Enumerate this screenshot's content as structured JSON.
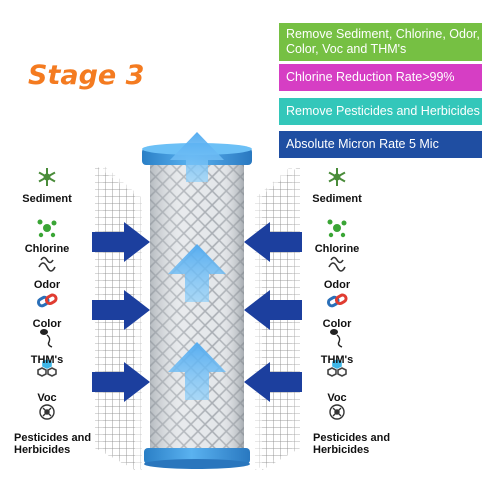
{
  "stage_title": "Stage 3",
  "badges": [
    {
      "text": "Remove Sediment, Chlorine, Odor, Color, Voc and THM's",
      "color": "#76c043"
    },
    {
      "text": "Chlorine Reduction Rate>99%",
      "color": "#d63ec4"
    },
    {
      "text": "Remove Pesticides and Herbicides",
      "color": "#33c7ba"
    },
    {
      "text": "Absolute Micron Rate 5 Mic",
      "color": "#1f4ea2"
    }
  ],
  "contaminants": [
    {
      "label": "Sediment",
      "icon": "snowflake-icon",
      "color": "#4a8c3a"
    },
    {
      "label": "Chlorine",
      "icon": "molecule-icon",
      "color": "#3aa535"
    },
    {
      "label": "Odor",
      "icon": "wavy-odor-icon",
      "color": "#333333"
    },
    {
      "label": "Color",
      "icon": "chain-links-icon",
      "color": "#2a6fb8"
    },
    {
      "label": "THM's",
      "icon": "sperm-shape-icon",
      "color": "#222222"
    },
    {
      "label": "Voc",
      "icon": "hexagons-icon",
      "color": "#3fb7e8"
    },
    {
      "label": "Pesticides and Herbicides",
      "icon": "spray-bug-icon",
      "color": "#333333"
    }
  ],
  "colors": {
    "arrow_blue": "#1c3f9e",
    "filter_cap": "#3d9be0",
    "filter_body": "#d9dde2",
    "flow_arrow": "#5bb6f5"
  }
}
